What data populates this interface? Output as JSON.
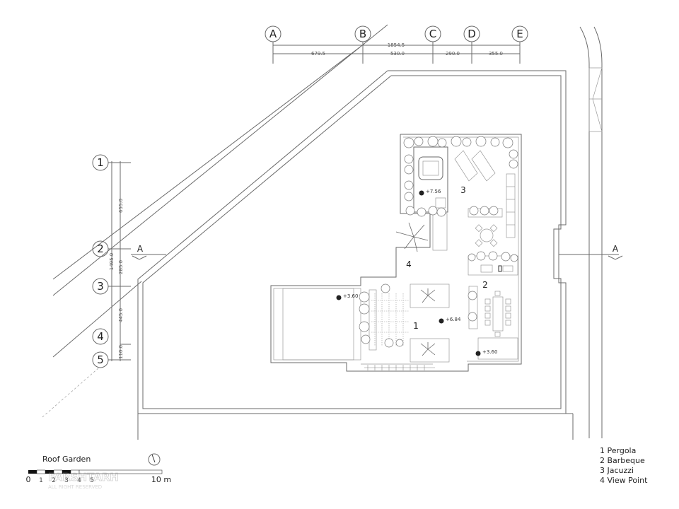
{
  "title": "Roof Garden",
  "grid_columns": [
    "A",
    "B",
    "C",
    "D",
    "E"
  ],
  "grid_rows": [
    "1",
    "2",
    "3",
    "4",
    "5"
  ],
  "dimensions_horizontal": {
    "total": "1854.5",
    "segments": [
      "679.5",
      "530.0",
      "290.0",
      "355.0"
    ]
  },
  "dimensions_vertical": {
    "total": "1495.0",
    "segments": [
      "655.0",
      "285.0",
      "445.0",
      "110.0"
    ]
  },
  "section_marker": "A",
  "zones": [
    "1",
    "2",
    "3",
    "4"
  ],
  "levels": [
    "+7.56",
    "+3.60",
    "+6.84",
    "+3.60"
  ],
  "legend": [
    "1  Pergola",
    "2  Barbeque",
    "3  Jacuzzi",
    "4  View Point"
  ],
  "scale_bar": {
    "ticks": [
      "0",
      "1",
      "2",
      "3",
      "4",
      "5"
    ],
    "end": "10 m"
  },
  "watermark": "FARSHTARH ALL RIGHT RESERVED"
}
